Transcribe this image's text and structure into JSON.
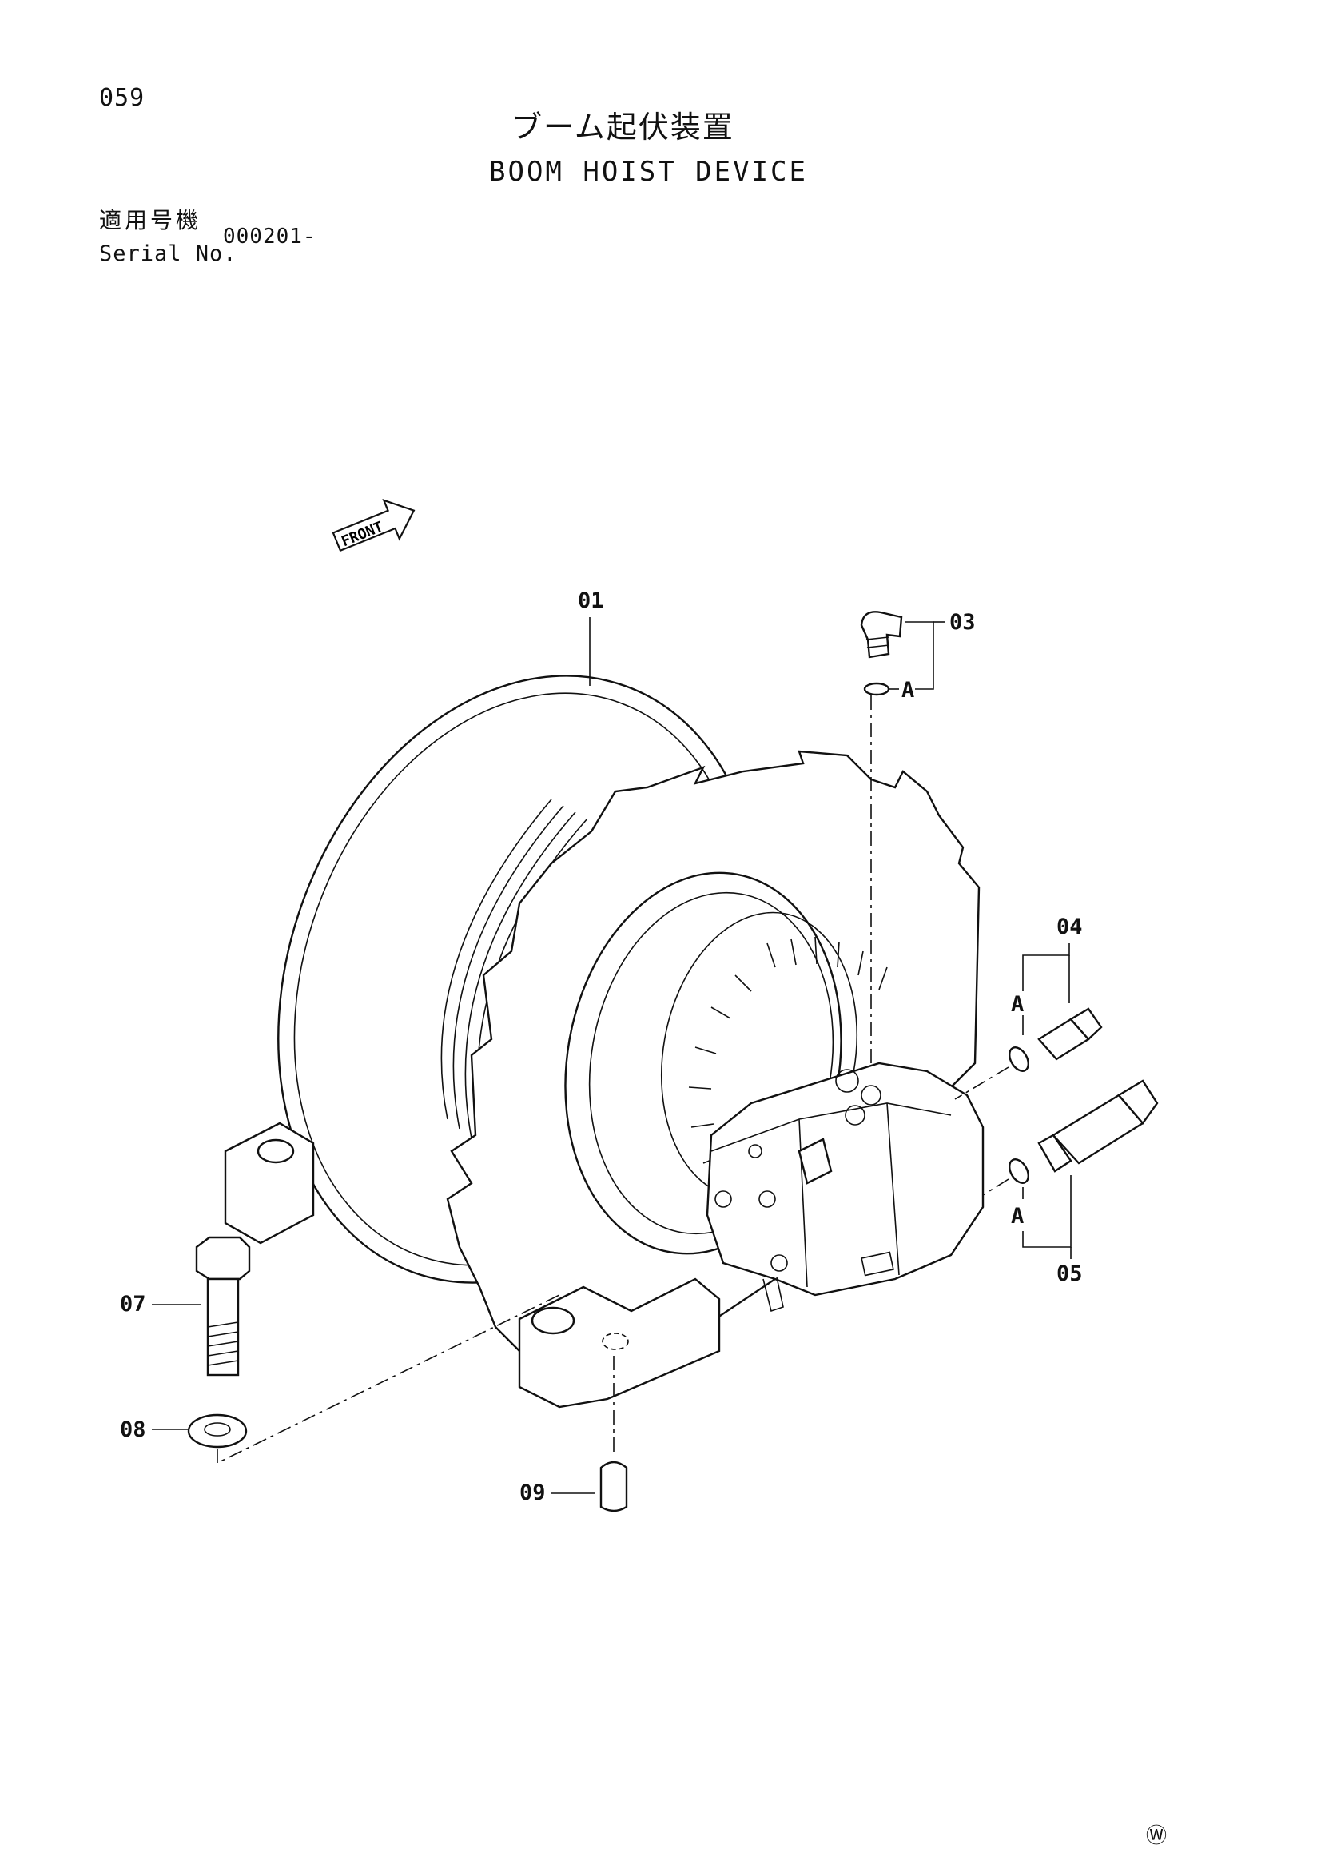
{
  "page": {
    "number": "059",
    "title_ja": "ブーム起伏装置",
    "title_en": "BOOM HOIST DEVICE",
    "serial_label_ja": "適用号機",
    "serial_label_en": "Serial No.",
    "serial_value": "000201-",
    "corner_mark": "Ⓦ"
  },
  "diagram": {
    "front_label": "FRONT",
    "callouts": [
      "01",
      "03",
      "04",
      "05",
      "07",
      "08",
      "09"
    ],
    "detail_ref": "A"
  }
}
